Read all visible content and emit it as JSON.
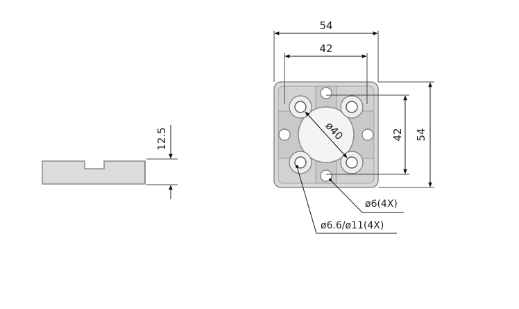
{
  "drawing": {
    "side_view": {
      "thickness_label": "12.5"
    },
    "top_view": {
      "width_outer_label": "54",
      "width_inner_label": "42",
      "height_inner_label": "42",
      "height_outer_label": "54",
      "bore_label": "ø40",
      "small_hole_note": "ø6(4X)",
      "counterbore_note": "ø6.6/ø11(4X)"
    }
  },
  "colors": {
    "part_fill": "#d9d9d9",
    "part_edge": "#8a8a8a",
    "line": "#111111"
  }
}
